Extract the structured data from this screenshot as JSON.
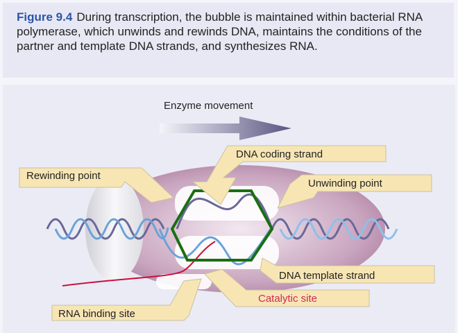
{
  "caption": {
    "figure_label": "Figure 9.4",
    "text": "During transcription, the bubble is maintained within bacterial RNA polymerase, which unwinds and rewinds DNA, maintains the conditions of the partner and template DNA strands, and synthesizes RNA."
  },
  "diagram": {
    "movement_label": "Enzyme movement",
    "labels": {
      "coding_strand": "DNA coding strand",
      "rewinding": "Rewinding point",
      "unwinding": "Unwinding point",
      "template_strand": "DNA template strand",
      "catalytic": "Catalytic site",
      "rna_binding": "RNA binding site"
    },
    "colors": {
      "callout": "#f7e6b4",
      "enzyme": "#b58aa8",
      "highlight": "#1a6e12",
      "catalytic_text": "#d0285a",
      "rna": "#c8103c"
    }
  }
}
